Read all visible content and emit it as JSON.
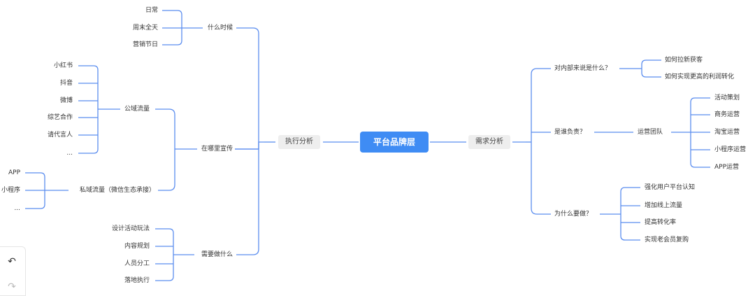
{
  "root": "平台品牌层",
  "left_branch": "执行分析",
  "right_branch": "需求分析",
  "left": {
    "when": {
      "label": "什么时候",
      "items": [
        "日常",
        "周末全天",
        "营销节日"
      ]
    },
    "where": {
      "label": "在哪里宣传",
      "public": {
        "label": "公域流量",
        "items": [
          "小红书",
          "抖音",
          "微博",
          "综艺合作",
          "请代言人",
          "..."
        ]
      },
      "private": {
        "label": "私域流量（微信生态承接）",
        "items": [
          "APP",
          "小程序",
          "..."
        ]
      }
    },
    "todo": {
      "label": "需要做什么",
      "items": [
        "设计活动玩法",
        "内容规划",
        "人员分工",
        "落地执行"
      ]
    }
  },
  "right": {
    "internal": {
      "label": "对内部来说是什么？",
      "items": [
        "如何拉新获客",
        "如何实现更高的利润转化"
      ]
    },
    "owner": {
      "label": "是谁负责？",
      "team": "运营团队",
      "items": [
        "活动策划",
        "商务运营",
        "淘宝运营",
        "小程序运营",
        "APP运营"
      ]
    },
    "why": {
      "label": "为什么要做？",
      "items": [
        "强化用户平台认知",
        "增加线上流量",
        "提高转化率",
        "实现老会员复购"
      ]
    }
  },
  "toolbar": {
    "undo_icon": "undo-icon",
    "redo_icon": "redo-icon"
  },
  "colors": {
    "line": "#5b8def",
    "root_bg": "#3f8cf4",
    "branch_bg": "#eeeeee"
  }
}
